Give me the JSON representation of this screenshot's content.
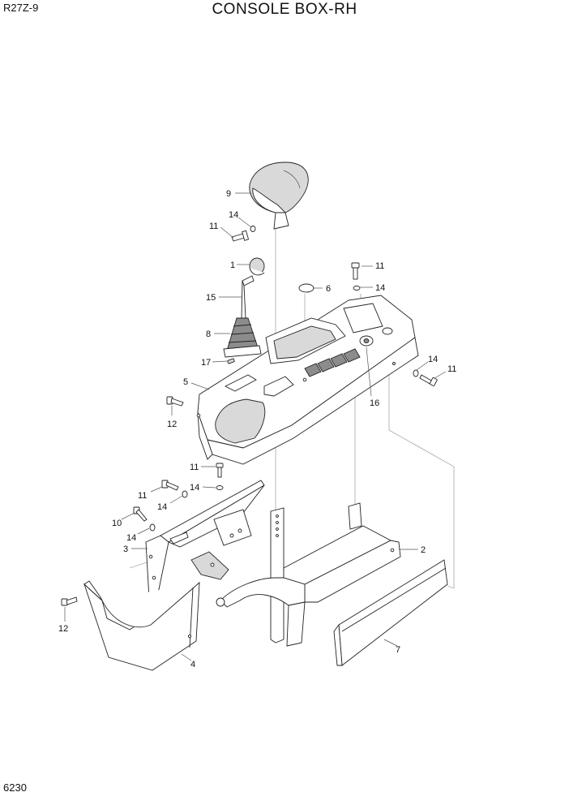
{
  "header": {
    "model": "R27Z-9",
    "title": "CONSOLE BOX-RH"
  },
  "footer": {
    "page_number": "6230"
  },
  "callouts": [
    {
      "id": "c9",
      "label": "9"
    },
    {
      "id": "c14a",
      "label": "14"
    },
    {
      "id": "c11a",
      "label": "11"
    },
    {
      "id": "c1",
      "label": "1"
    },
    {
      "id": "c11b",
      "label": "11"
    },
    {
      "id": "c6",
      "label": "6"
    },
    {
      "id": "c14b",
      "label": "14"
    },
    {
      "id": "c15",
      "label": "15"
    },
    {
      "id": "c8",
      "label": "8"
    },
    {
      "id": "c17",
      "label": "17"
    },
    {
      "id": "c14c",
      "label": "14"
    },
    {
      "id": "c11c",
      "label": "11"
    },
    {
      "id": "c5",
      "label": "5"
    },
    {
      "id": "c16",
      "label": "16"
    },
    {
      "id": "c12a",
      "label": "12"
    },
    {
      "id": "c11d",
      "label": "11"
    },
    {
      "id": "c14d",
      "label": "14"
    },
    {
      "id": "c11e",
      "label": "11"
    },
    {
      "id": "c14e",
      "label": "14"
    },
    {
      "id": "c10",
      "label": "10"
    },
    {
      "id": "c14f",
      "label": "14"
    },
    {
      "id": "c3",
      "label": "3"
    },
    {
      "id": "c2",
      "label": "2"
    },
    {
      "id": "c12b",
      "label": "12"
    },
    {
      "id": "c4",
      "label": "4"
    },
    {
      "id": "c7",
      "label": "7"
    }
  ]
}
